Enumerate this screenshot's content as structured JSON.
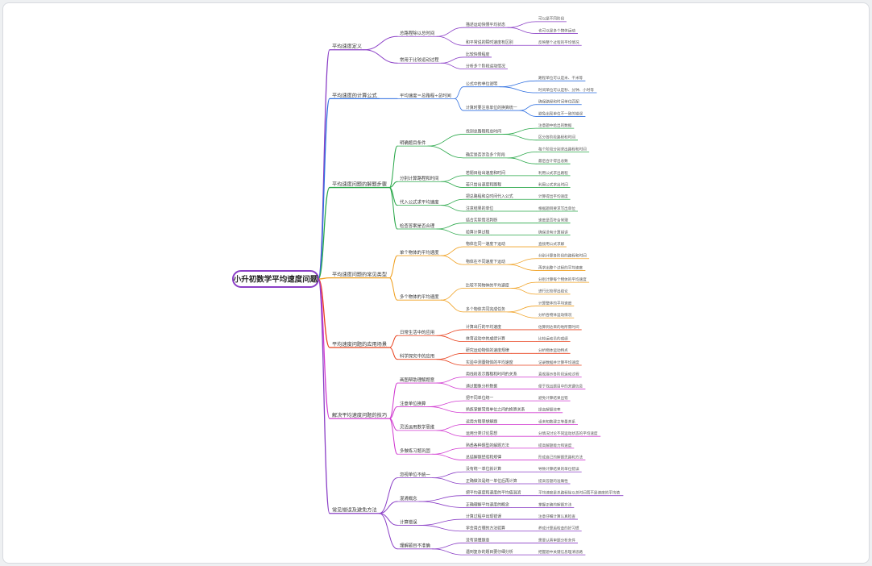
{
  "root": "小升初数学平均速度问题",
  "colors": {
    "root_border": "#8a3ec6",
    "branch": [
      "#8a3ec6",
      "#2f6fe0",
      "#2aa84a",
      "#f0a020",
      "#e8401c",
      "#d13ad1",
      "#8a3ec6"
    ]
  },
  "branches": [
    {
      "label": "平均速度定义",
      "children": [
        {
          "label": "总路程除以总时间",
          "children": [
            {
              "label": "描述运动快慢平均状态",
              "children": [
                {
                  "label": "可以是不同阶段"
                },
                {
                  "label": "也可以是多个物体运动"
                }
              ]
            },
            {
              "label": "和平常说的瞬时速度有区别",
              "children": [
                {
                  "label": "反映整个过程的平均情况"
                }
              ]
            }
          ]
        },
        {
          "label": "常用于比较运动过程",
          "children": [
            {
              "label": "比较快慢程度"
            },
            {
              "label": "分析多个阶段运动情况"
            }
          ]
        }
      ]
    },
    {
      "label": "平均速度的计算公式",
      "children": [
        {
          "label": "平均速度＝总路程÷总时间",
          "children": [
            {
              "label": "公式中的单位说明",
              "children": [
                {
                  "label": "路程单位可以是米、千米等"
                },
                {
                  "label": "时间单位可以是秒、分钟、小时等"
                }
              ]
            },
            {
              "label": "计算时要注意单位的换算统一",
              "children": [
                {
                  "label": "确保路程和时间单位匹配"
                },
                {
                  "label": "避免出现单位不一致的错误"
                }
              ]
            }
          ]
        }
      ]
    },
    {
      "label": "平均速度问题的解题步骤",
      "children": [
        {
          "label": "明确题目条件",
          "children": [
            {
              "label": "找到总路程和总时间",
              "children": [
                {
                  "label": "注意题中给出的数据"
                },
                {
                  "label": "区分各阶段路程和时间"
                }
              ]
            },
            {
              "label": "确定是否涉及多个阶段",
              "children": [
                {
                  "label": "每个阶段分别求出路程和时间"
                },
                {
                  "label": "最后合计得出总数"
                }
              ]
            }
          ]
        },
        {
          "label": "分别计算路程和时间",
          "children": [
            {
              "label": "若题目给出速度和时间",
              "children": [
                {
                  "label": "利用公式求出路程"
                }
              ]
            },
            {
              "label": "若只给出速度和路程",
              "children": [
                {
                  "label": "利用公式求出时间"
                }
              ]
            }
          ]
        },
        {
          "label": "代入公式求平均速度",
          "children": [
            {
              "label": "把总路程和总时间代入公式",
              "children": [
                {
                  "label": "计算得出平均速度"
                }
              ]
            },
            {
              "label": "注意结果的单位",
              "children": [
                {
                  "label": "根据题目要求写出单位"
                }
              ]
            }
          ]
        },
        {
          "label": "检查答案是否合理",
          "children": [
            {
              "label": "结合实际情况判断",
              "children": [
                {
                  "label": "速度是否符合常理"
                }
              ]
            },
            {
              "label": "验算计算过程",
              "children": [
                {
                  "label": "确保没有计算错误"
                }
              ]
            }
          ]
        }
      ]
    },
    {
      "label": "平均速度问题的常见类型",
      "children": [
        {
          "label": "单个物体的平均速度",
          "children": [
            {
              "label": "物体在同一速度下运动",
              "children": [
                {
                  "label": "直接用公式求解"
                }
              ]
            },
            {
              "label": "物体在不同速度下运动",
              "children": [
                {
                  "label": "分别计算各阶段的路程和时间"
                },
                {
                  "label": "再求出整个过程的平均速度"
                }
              ]
            }
          ]
        },
        {
          "label": "多个物体的平均速度",
          "children": [
            {
              "label": "比较不同物体的平均速度",
              "children": [
                {
                  "label": "分别计算每个物体的平均速度"
                },
                {
                  "label": "进行比较得出结论"
                }
              ]
            },
            {
              "label": "多个物体共同完成任务",
              "children": [
                {
                  "label": "计算整体的平均速度"
                },
                {
                  "label": "分析各物体运动情况"
                }
              ]
            }
          ]
        }
      ]
    },
    {
      "label": "平均速度问题的应用场景",
      "children": [
        {
          "label": "日常生活中的应用",
          "children": [
            {
              "label": "计算出行的平均速度",
              "children": [
                {
                  "label": "估算到达目的地所需时间"
                }
              ]
            },
            {
              "label": "体育运动中的成绩计算",
              "children": [
                {
                  "label": "比较运动员的成绩"
                }
              ]
            }
          ]
        },
        {
          "label": "科学探究中的应用",
          "children": [
            {
              "label": "研究运动物体的速度规律",
              "children": [
                {
                  "label": "分析物体运动特点"
                }
              ]
            },
            {
              "label": "实验中测量物体的平均速度",
              "children": [
                {
                  "label": "记录数据并计算平均速度"
                }
              ]
            }
          ]
        }
      ]
    },
    {
      "label": "解决平均速度问题的技巧",
      "children": [
        {
          "label": "画图帮助理解题意",
          "children": [
            {
              "label": "用线段表示路程和时间的关系",
              "children": [
                {
                  "label": "直观展示各阶段运动过程"
                }
              ]
            },
            {
              "label": "通过图像分析数据",
              "children": [
                {
                  "label": "便于找出题目中的关键信息"
                }
              ]
            }
          ]
        },
        {
          "label": "注意单位换算",
          "children": [
            {
              "label": "把不同单位统一",
              "children": [
                {
                  "label": "避免计算结果出错"
                }
              ]
            },
            {
              "label": "熟练掌握常用单位之间的换算关系",
              "children": [
                {
                  "label": "提高解题效率"
                }
              ]
            }
          ]
        },
        {
          "label": "灵活运用数学思维",
          "children": [
            {
              "label": "运用方程思想解题",
              "children": [
                {
                  "label": "设未知数建立等量关系"
                }
              ]
            },
            {
              "label": "运用分类讨论思想",
              "children": [
                {
                  "label": "分情况讨论不同运动状态的平均速度"
                }
              ]
            }
          ]
        },
        {
          "label": "多做练习题巩固",
          "children": [
            {
              "label": "熟悉各种题型的解题方法",
              "children": [
                {
                  "label": "提高解题能力和速度"
                }
              ]
            },
            {
              "label": "总结解题经验和规律",
              "children": [
                {
                  "label": "形成自己的解题思路和方法"
                }
              ]
            }
          ]
        }
      ]
    },
    {
      "label": "常见错误及避免方法",
      "children": [
        {
          "label": "忽视单位不统一",
          "children": [
            {
              "label": "没有统一单位就计算",
              "children": [
                {
                  "label": "导致计算结果的单位错误"
                }
              ]
            },
            {
              "label": "正确做法是统一单位后再计算",
              "children": [
                {
                  "label": "提高答题的准确性"
                }
              ]
            }
          ]
        },
        {
          "label": "混淆概念",
          "children": [
            {
              "label": "把平均速度和速度的平均值混淆",
              "children": [
                {
                  "label": "平均速度是总路程除以总时间而不是速度的平均值"
                }
              ]
            },
            {
              "label": "正确理解平均速度的概念",
              "children": [
                {
                  "label": "掌握正确的解题方法"
                }
              ]
            }
          ]
        },
        {
          "label": "计算错误",
          "children": [
            {
              "label": "计算过程中出现错误",
              "children": [
                {
                  "label": "注意仔细计算认真检查"
                }
              ]
            },
            {
              "label": "学会用合理的方法验算",
              "children": [
                {
                  "label": "养成计算后检查的好习惯"
                }
              ]
            }
          ]
        },
        {
          "label": "理解题目不准确",
          "children": [
            {
              "label": "没有读懂题意",
              "children": [
                {
                  "label": "需要认真审题分析条件"
                }
              ]
            },
            {
              "label": "遇到复杂的题目要仔细分析",
              "children": [
                {
                  "label": "把握题中关键信息理清思路"
                }
              ]
            }
          ]
        }
      ]
    }
  ]
}
